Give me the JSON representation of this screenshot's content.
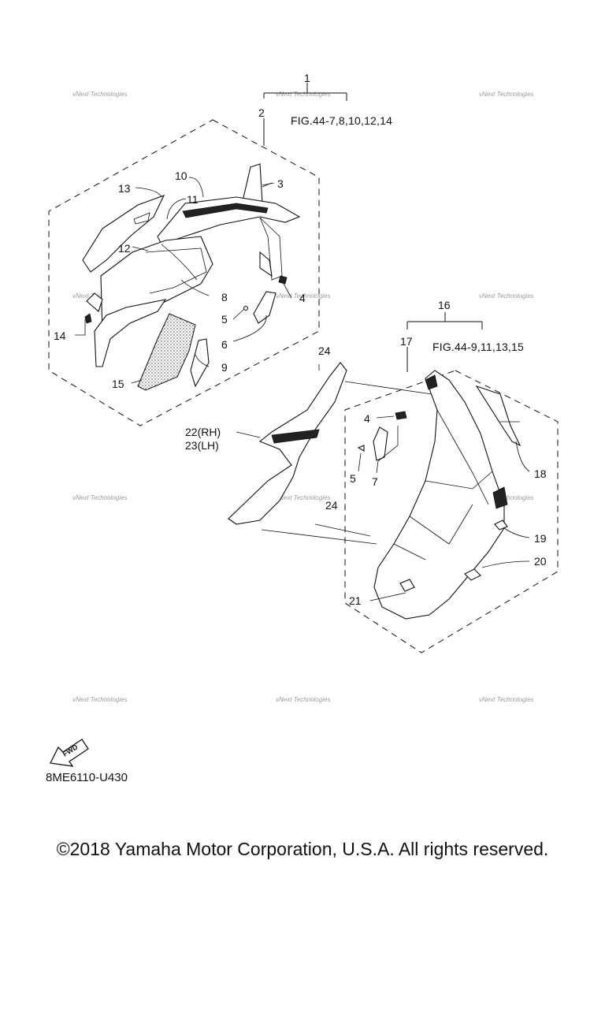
{
  "callouts": [
    {
      "id": "c1",
      "label": "1"
    },
    {
      "id": "c2",
      "label": "2"
    },
    {
      "id": "c3",
      "label": "3"
    },
    {
      "id": "c4a",
      "label": "4"
    },
    {
      "id": "c4b",
      "label": "4"
    },
    {
      "id": "c5a",
      "label": "5"
    },
    {
      "id": "c5b",
      "label": "5"
    },
    {
      "id": "c6",
      "label": "6"
    },
    {
      "id": "c7",
      "label": "7"
    },
    {
      "id": "c8",
      "label": "8"
    },
    {
      "id": "c9",
      "label": "9"
    },
    {
      "id": "c10",
      "label": "10"
    },
    {
      "id": "c11",
      "label": "11"
    },
    {
      "id": "c12",
      "label": "12"
    },
    {
      "id": "c13",
      "label": "13"
    },
    {
      "id": "c14",
      "label": "14"
    },
    {
      "id": "c15",
      "label": "15"
    },
    {
      "id": "c16",
      "label": "16"
    },
    {
      "id": "c17",
      "label": "17"
    },
    {
      "id": "c18",
      "label": "18"
    },
    {
      "id": "c19",
      "label": "19"
    },
    {
      "id": "c20",
      "label": "20"
    },
    {
      "id": "c21",
      "label": "21"
    },
    {
      "id": "c22",
      "label": "22(RH)"
    },
    {
      "id": "c23",
      "label": "23(LH)"
    },
    {
      "id": "c24a",
      "label": "24"
    },
    {
      "id": "c24b",
      "label": "24"
    }
  ],
  "figure_refs": {
    "upper": "FIG.44-7,8,10,12,14",
    "lower": "FIG.44-9,11,13,15"
  },
  "watermark_text": "vNext Technologies",
  "fwd_label": "FWD",
  "diagram_code": "8ME6110-U430",
  "copyright": "©2018 Yamaha Motor Corporation, U.S.A. All rights reserved.",
  "colors": {
    "line": "#111111",
    "background": "#ffffff",
    "watermark": "#9a9a9a"
  }
}
